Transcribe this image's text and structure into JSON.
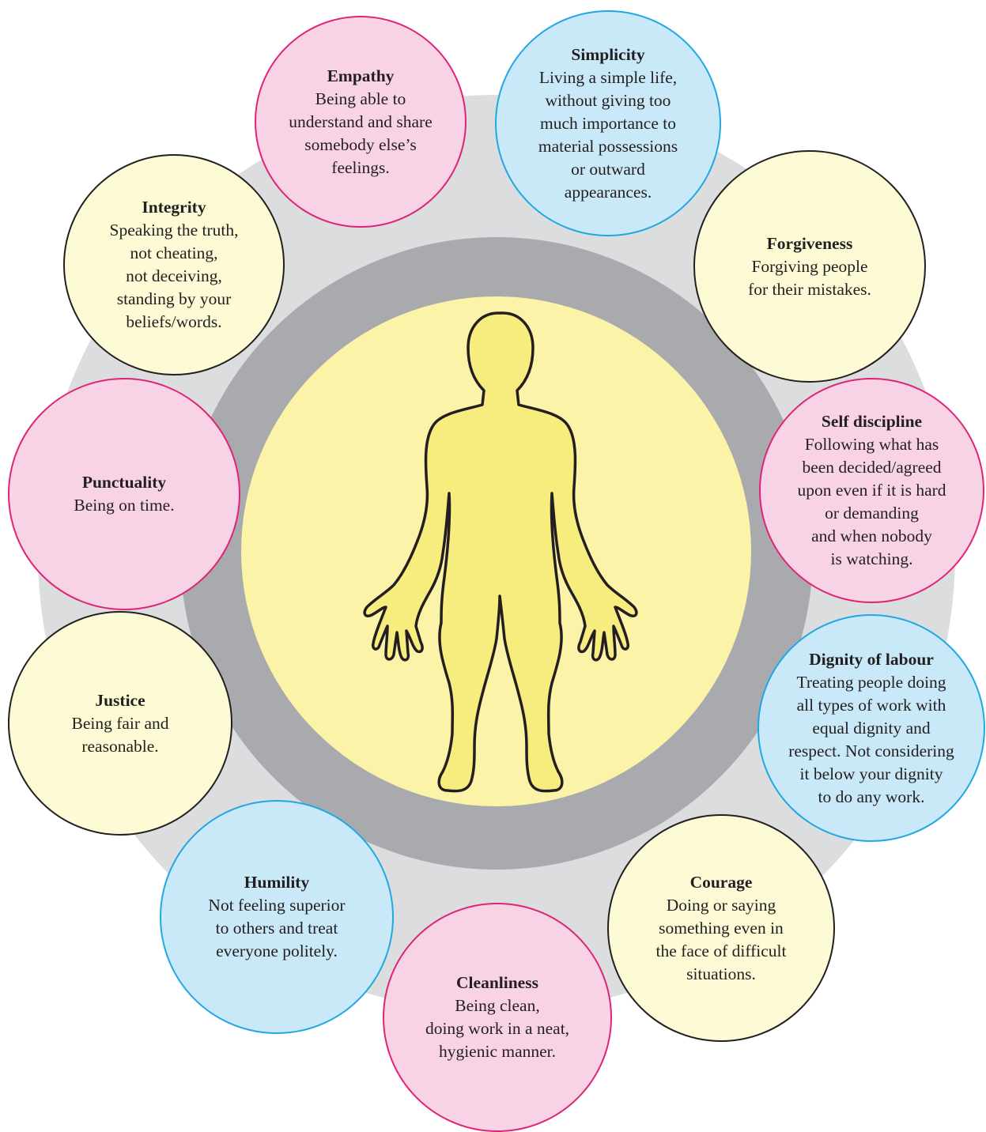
{
  "values": {
    "empathy": {
      "title": "Empathy",
      "desc": "Being able to\nunderstand and share\nsomebody else’s\nfeelings."
    },
    "simplicity": {
      "title": "Simplicity",
      "desc": "Living a simple life,\nwithout giving too\nmuch importance to\nmaterial possessions\nor outward\nappearances."
    },
    "integrity": {
      "title": "Integrity",
      "desc": "Speaking the truth,\nnot cheating,\nnot deceiving,\nstanding by your\nbeliefs/words."
    },
    "forgiveness": {
      "title": "Forgiveness",
      "desc": "Forgiving people\nfor their mistakes."
    },
    "punctuality": {
      "title": "Punctuality",
      "desc": "Being on time."
    },
    "self_discipline": {
      "title": "Self discipline",
      "desc": "Following what has\nbeen decided/agreed\nupon even if it is hard\nor demanding\nand when nobody\nis watching."
    },
    "justice": {
      "title": "Justice",
      "desc": "Being fair and\nreasonable."
    },
    "dignity_of_labour": {
      "title": "Dignity of labour",
      "desc": "Treating people doing\nall types of work with\nequal dignity and\nrespect. Not considering\nit below your dignity\nto do any work."
    },
    "humility": {
      "title": "Humility",
      "desc": "Not feeling superior\nto others and treat\neveryone politely."
    },
    "courage": {
      "title": "Courage",
      "desc": "Doing or saying\nsomething even in\nthe face of difficult\nsituations."
    },
    "cleanliness": {
      "title": "Cleanliness",
      "desc": "Being clean,\ndoing work in a neat,\nhygienic manner."
    }
  },
  "colors": {
    "pink_fill": "#f8d3e5",
    "pink_border": "#e0237a",
    "blue_fill": "#c9e8f8",
    "blue_border": "#21a8e2",
    "cream_fill": "#fdfad6",
    "cream_border": "#231f20",
    "core": "#faf3a8",
    "figure": "#f7ec7e"
  }
}
